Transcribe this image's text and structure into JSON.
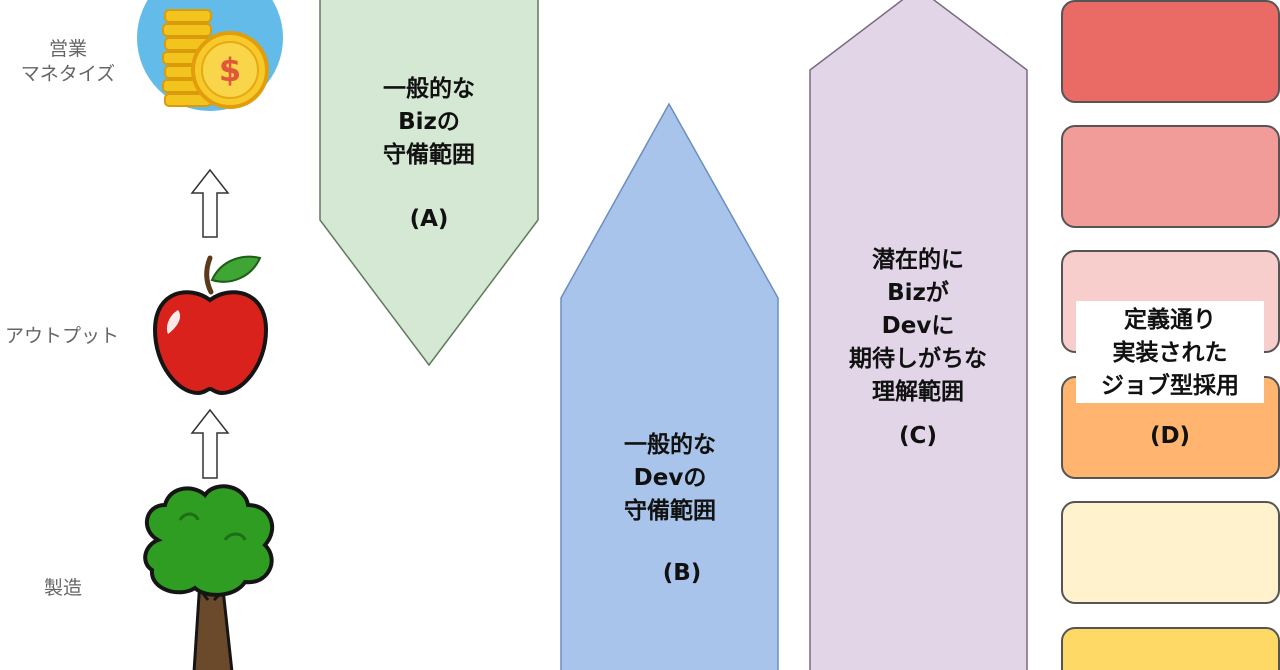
{
  "side_labels": {
    "sales_line1": "営業",
    "sales_line2": "マネタイズ",
    "output": "アウトプット",
    "manufacturing": "製造"
  },
  "shapes": {
    "a": {
      "lines": [
        "一般的な",
        "Bizの",
        "守備範囲"
      ],
      "tag": "(A)",
      "color": "#d5e8d4"
    },
    "b": {
      "lines": [
        "一般的な",
        "Devの",
        "守備範囲"
      ],
      "tag": "(B)",
      "color": "#a9c4eb"
    },
    "c": {
      "lines": [
        "潜在的に",
        "Bizが",
        "Devに",
        "期待しがちな",
        "理解範囲"
      ],
      "tag": "(C)",
      "color": "#e1d5e7"
    },
    "d": {
      "lines": [
        "定義通り",
        "実装された",
        "ジョブ型採用"
      ],
      "tag": "(D)"
    }
  },
  "blocks_colors": [
    "#ea6b66",
    "#f19c99",
    "#f8cecc",
    "#ffb570",
    "#fff2cc",
    "#ffd966"
  ],
  "icons": [
    "coin-money-icon",
    "apple-icon",
    "tree-icon",
    "up-arrow-icon"
  ]
}
